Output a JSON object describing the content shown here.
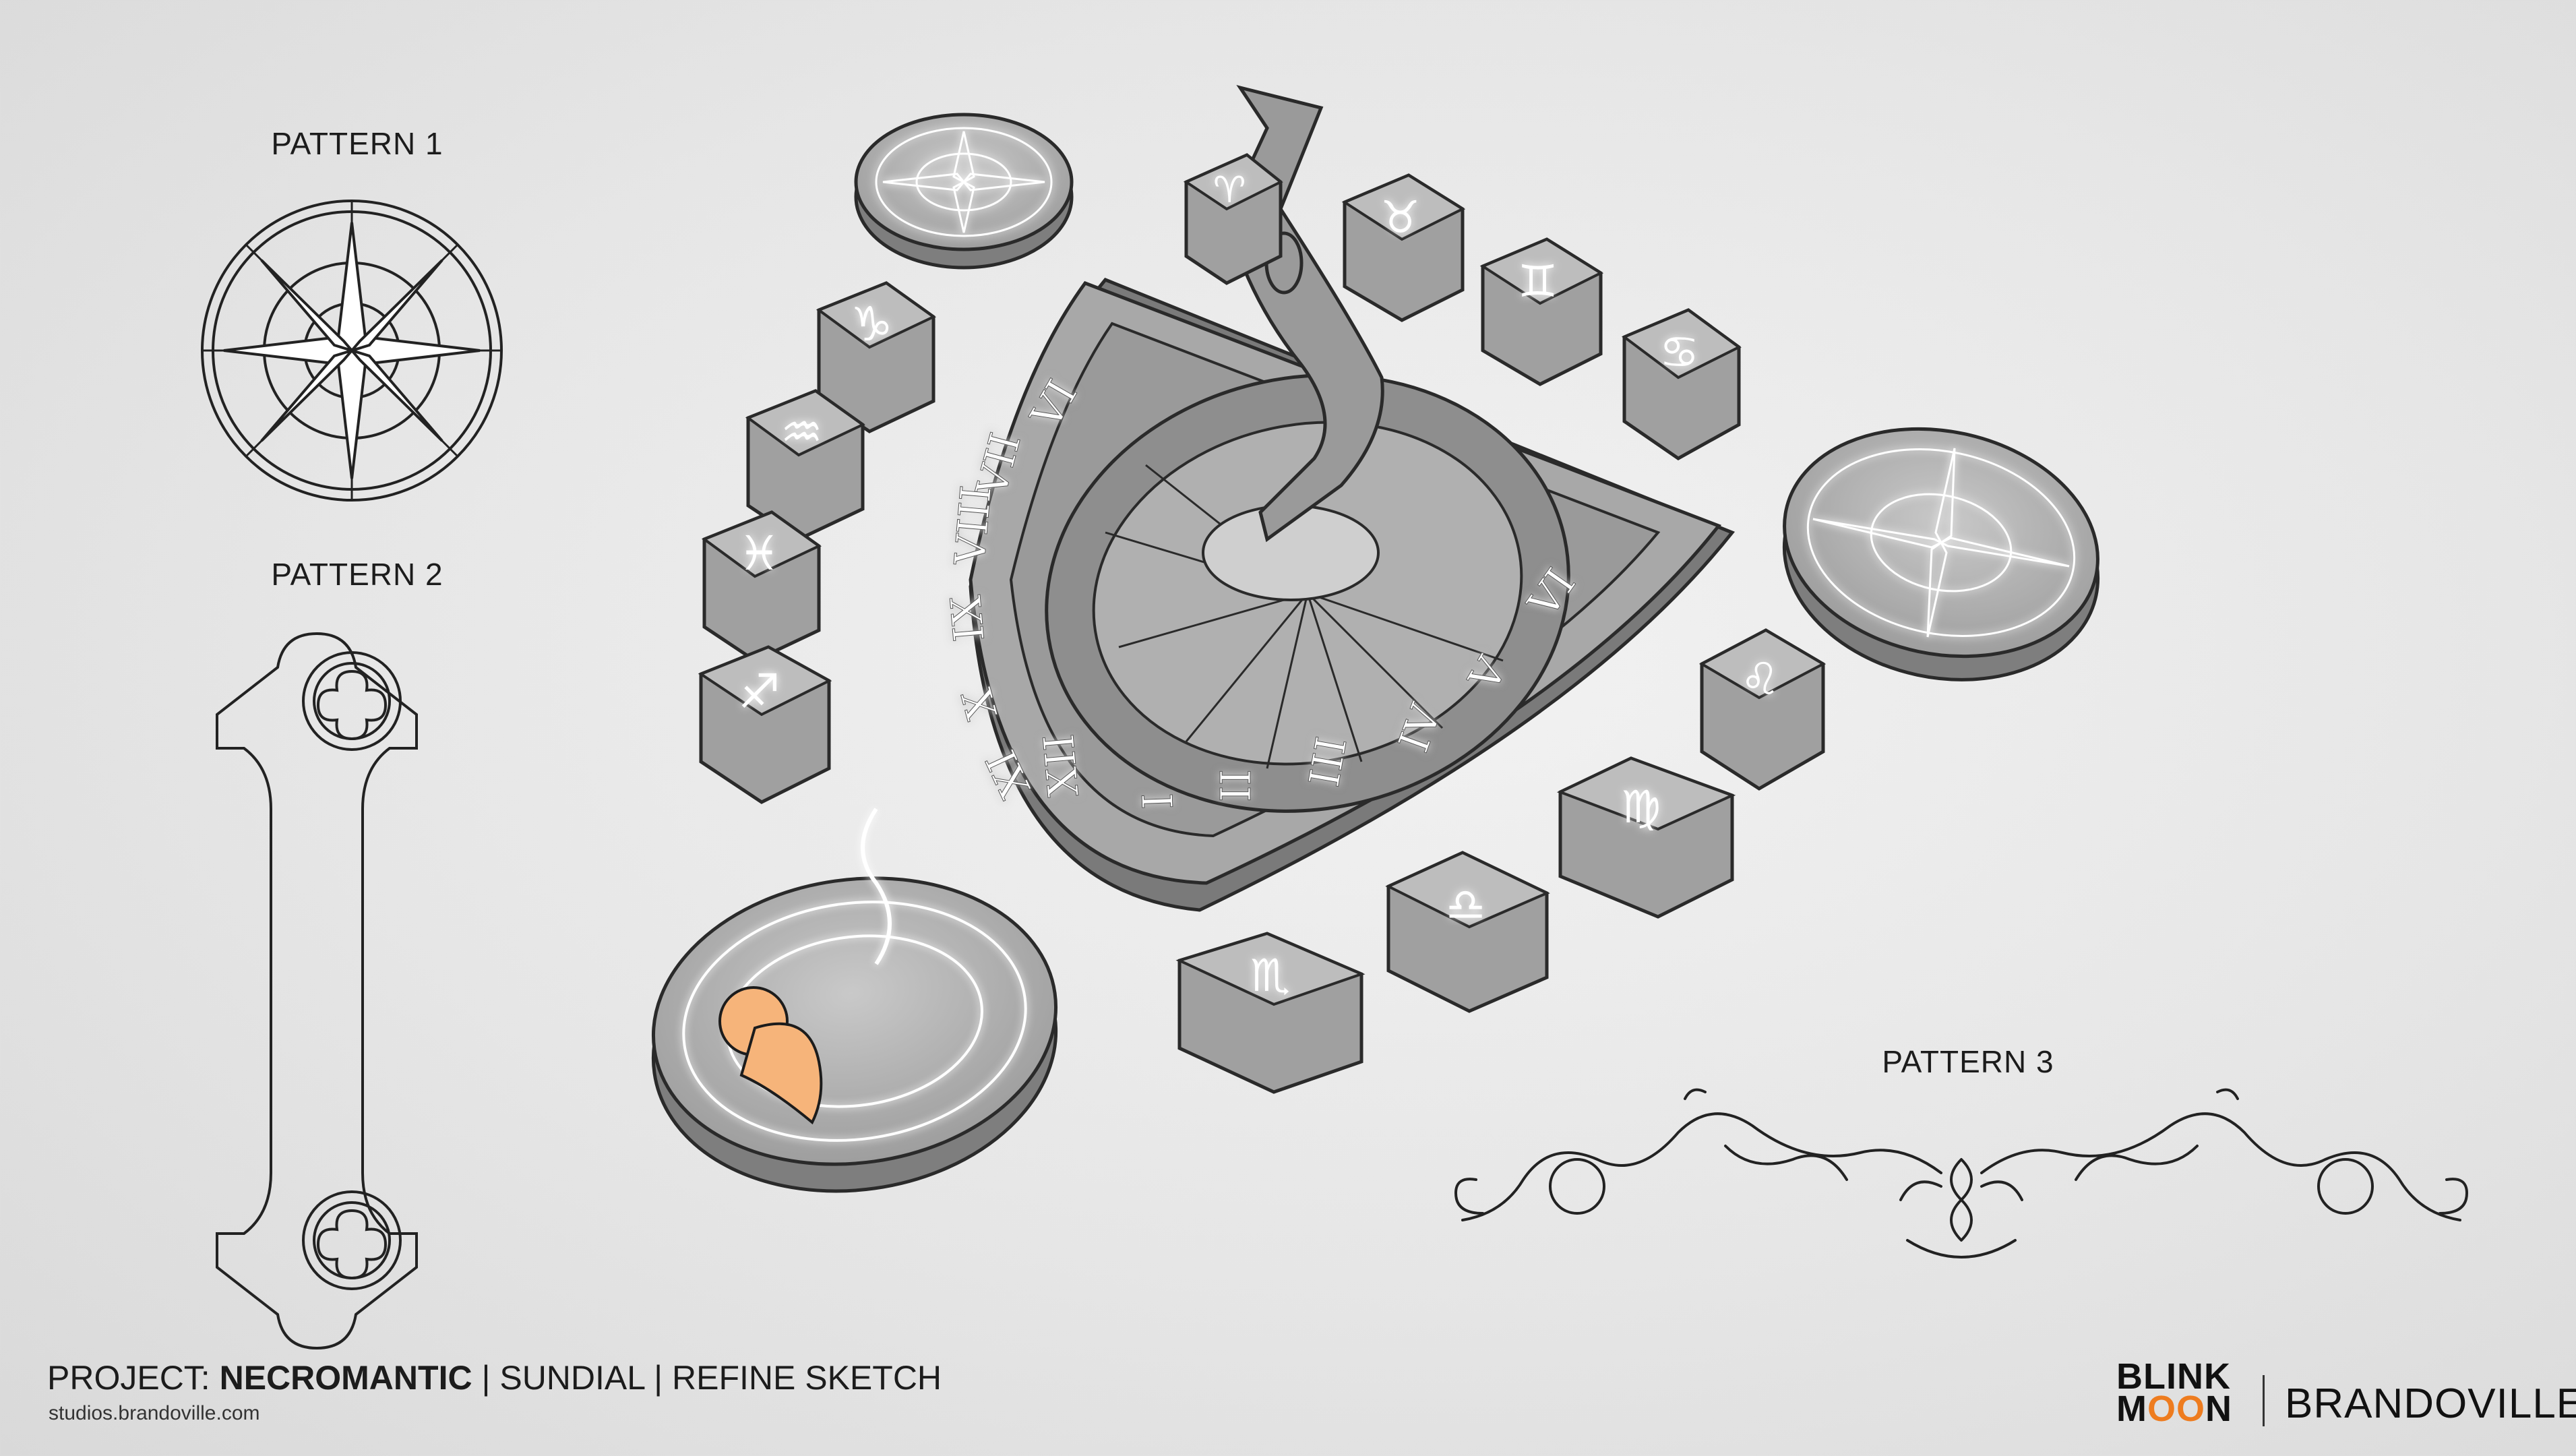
{
  "patterns": {
    "p1": "PATTERN 1",
    "p2": "PATTERN 2",
    "p3": "PATTERN 3"
  },
  "dial_numerals": [
    "VI",
    "VII",
    "VIII",
    "IX",
    "X",
    "XI",
    "XII",
    "I",
    "II",
    "III",
    "IV",
    "V",
    "VI"
  ],
  "zodiac_glyphs": [
    "♑",
    "♒",
    "♓",
    "♐",
    "♈",
    "♉",
    "♊",
    "♋",
    "♌",
    "♍",
    "♎",
    "♏"
  ],
  "footer": {
    "project_prefix": "PROJECT: ",
    "project_name": "NECROMANTIC",
    "project_rest": " | SUNDIAL | REFINE SKETCH",
    "url": "studios.brandoville.com"
  },
  "logos": {
    "blink_line1": "BLINK",
    "blink_line2_a": "M",
    "blink_line2_b": "OO",
    "blink_line2_c": "N",
    "brandoville": "BRANDOVILLE"
  },
  "colors": {
    "accent_orange": "#ee7c1f",
    "marker_orange": "#f6b47a",
    "stone": "#9a9a9a",
    "glow": "#ffffff"
  }
}
